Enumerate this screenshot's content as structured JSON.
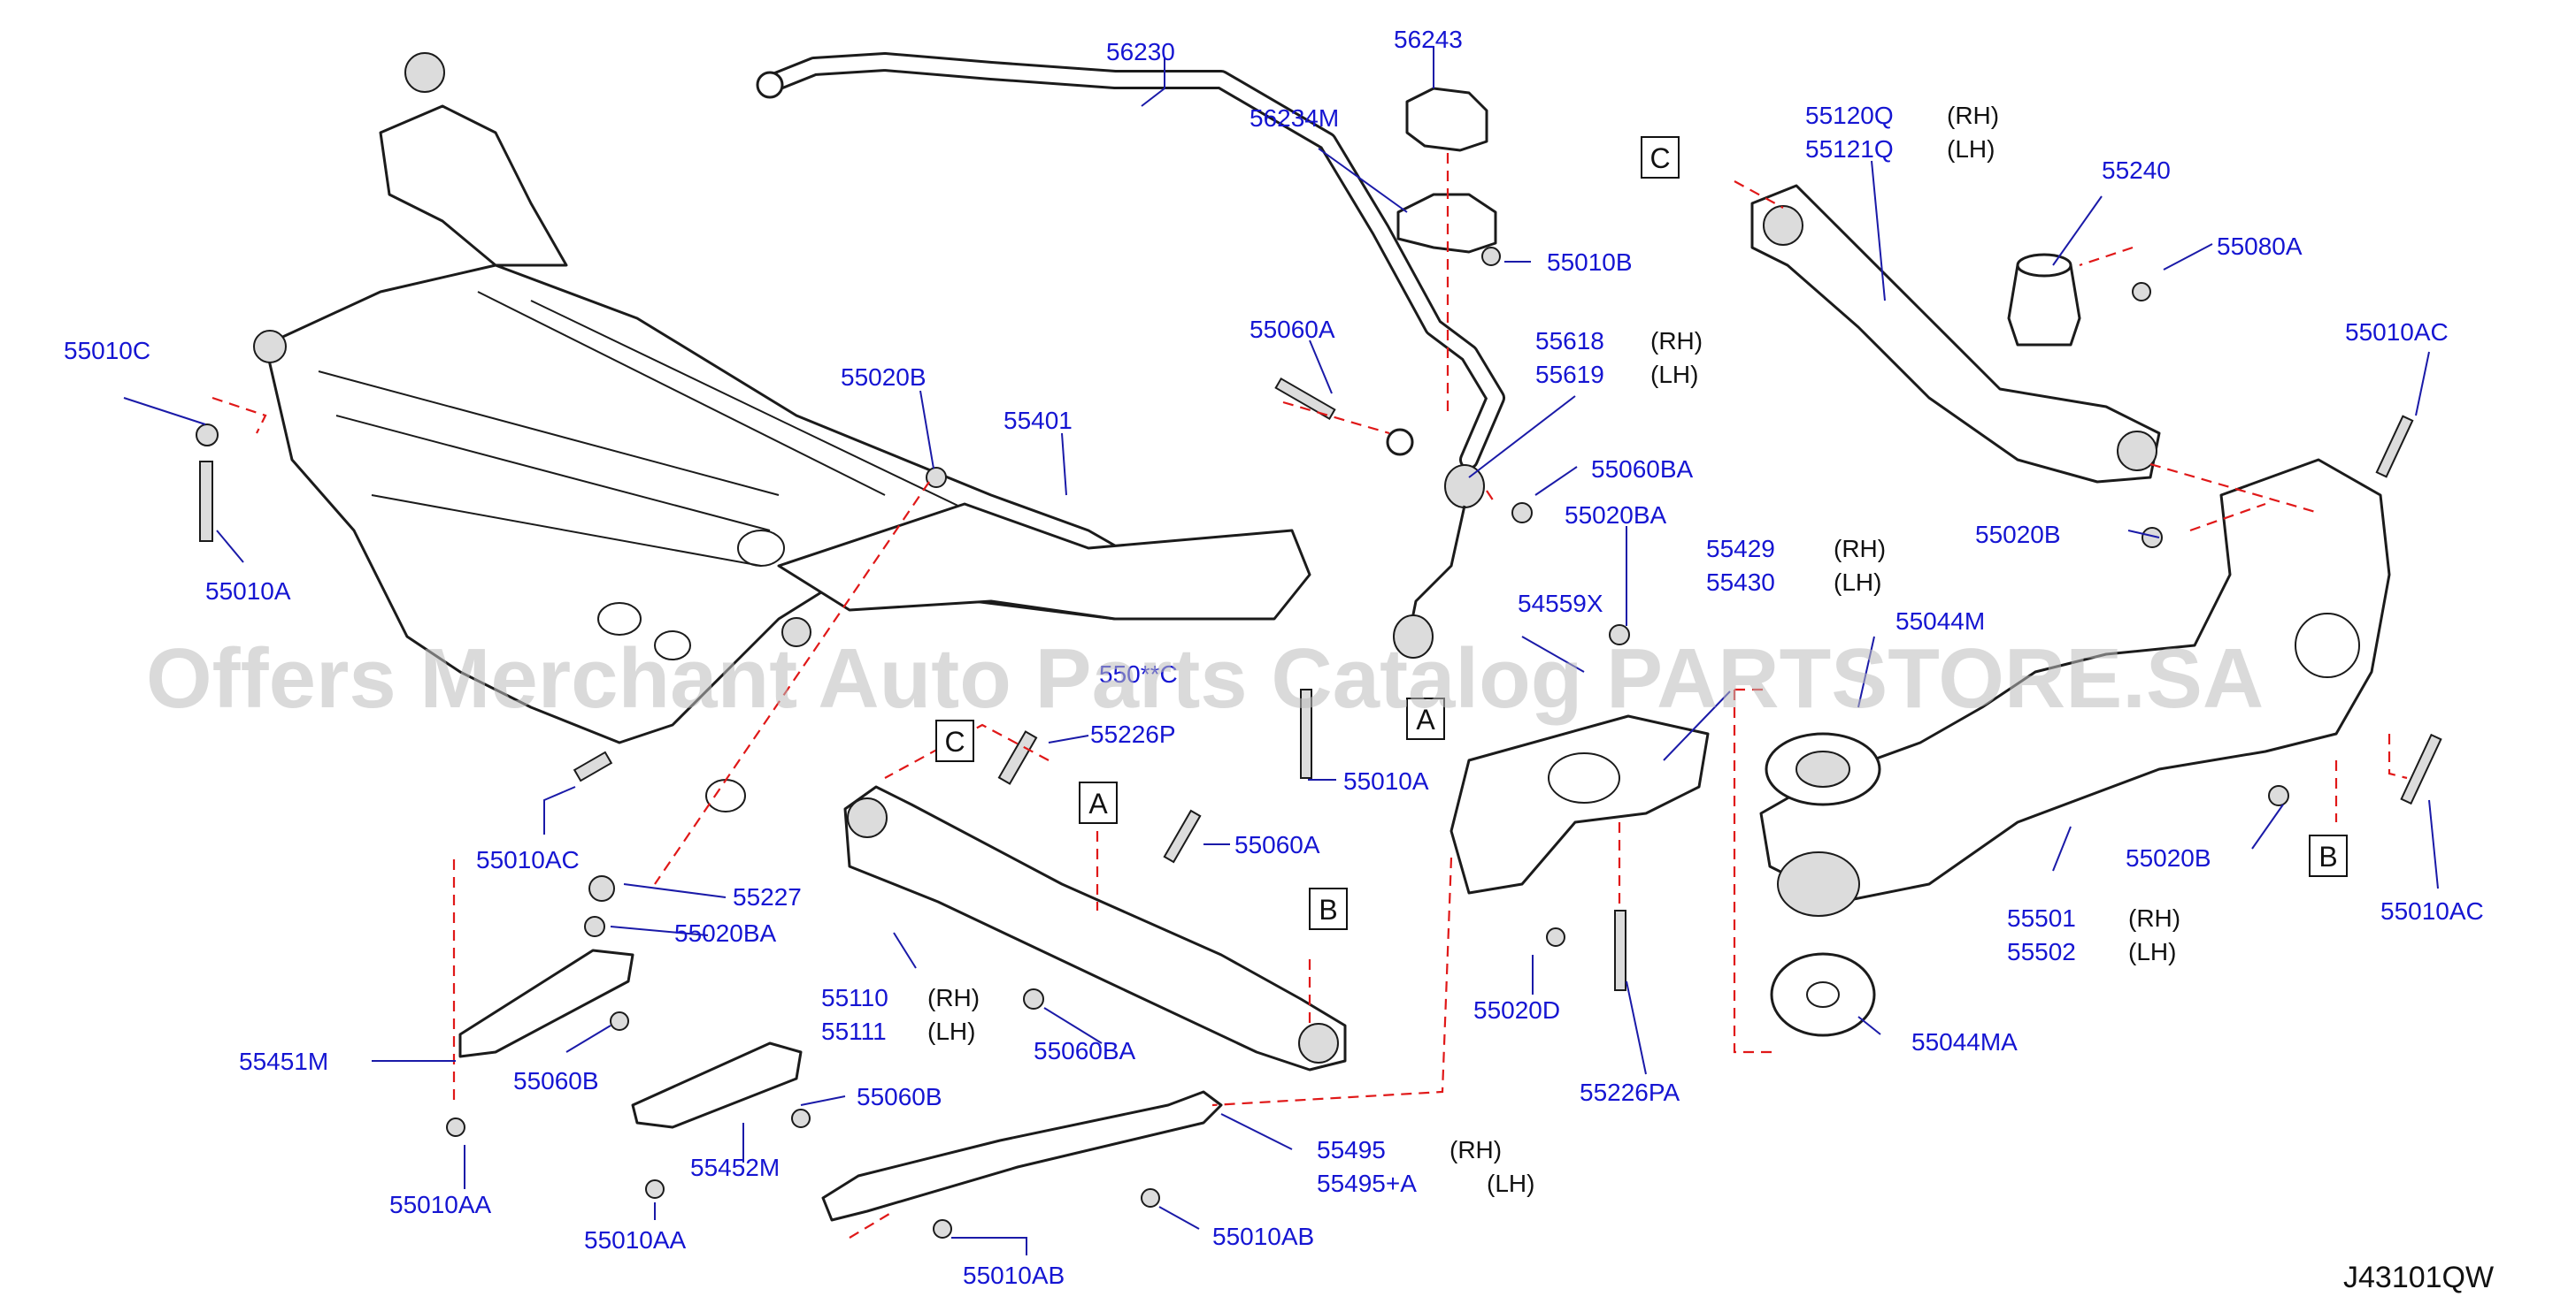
{
  "diagram": {
    "code": "J43101QW",
    "watermark": "Offers Merchant Auto Parts Catalog PARTSTORE.SA",
    "refs": {
      "a": "A",
      "b": "B",
      "c": "C"
    },
    "labels": {
      "p56230": "56230",
      "p56243": "56243",
      "p56234M": "56234M",
      "p55010B": "55010B",
      "p55060A_top": "55060A",
      "p55618": "55618",
      "p55619": "55619",
      "p55060BA_top": "55060BA",
      "p55020BA_top": "55020BA",
      "p54559X": "54559X",
      "p55429": "55429",
      "p55430": "55430",
      "p55120Q": "55120Q",
      "p55121Q": "55121Q",
      "p55240": "55240",
      "p55080A": "55080A",
      "p55010AC_top": "55010AC",
      "p55020B_right": "55020B",
      "p55044M": "55044M",
      "p55010C": "55010C",
      "p55010A_left": "55010A",
      "p55020B_left": "55020B",
      "p55401": "55401",
      "p55010C_mid": "550**C",
      "p55226P": "55226P",
      "p55010A_mid": "55010A",
      "p55010AC_left": "55010AC",
      "p55227": "55227",
      "p55020BA_left": "55020BA",
      "p55060A_mid": "55060A",
      "p55110": "55110",
      "p55111": "55111",
      "p55060BA_mid": "55060BA",
      "p55451M": "55451M",
      "p55060B_left": "55060B",
      "p55060B_mid": "55060B",
      "p55452M": "55452M",
      "p55010AA_left": "55010AA",
      "p55010AA_mid": "55010AA",
      "p55495": "55495",
      "p55495A": "55495+A",
      "p55010AB_right": "55010AB",
      "p55010AB_left": "55010AB",
      "p55020D": "55020D",
      "p55226PA": "55226PA",
      "p55044MA": "55044MA",
      "p55020B_br": "55020B",
      "p55501": "55501",
      "p55502": "55502",
      "p55010AC_br": "55010AC"
    },
    "sides": {
      "rh": "(RH)",
      "lh": "(LH)"
    }
  }
}
